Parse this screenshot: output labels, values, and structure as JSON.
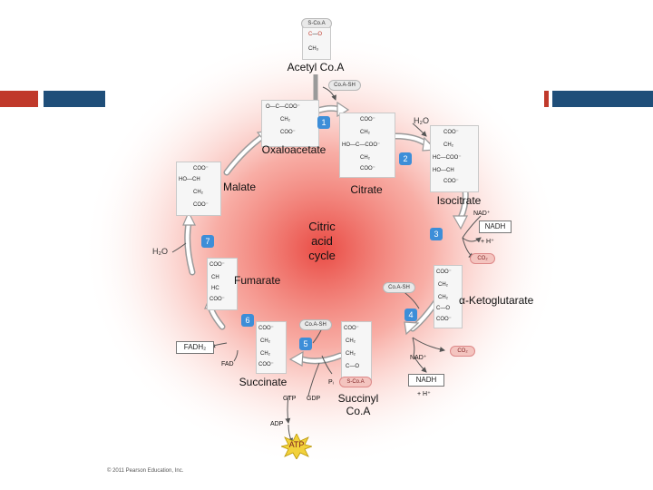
{
  "molecules": {
    "acetyl_coa": "Acetyl Co.A",
    "oxaloacetate": "Oxaloacetate",
    "citrate": "Citrate",
    "isocitrate": "Isocitrate",
    "alpha_ketoglutarate": "α-Ketoglutarate",
    "succinyl_coa_line1": "Succinyl",
    "succinyl_coa_line2": "Co.A",
    "succinate": "Succinate",
    "fumarate": "Fumarate",
    "malate": "Malate"
  },
  "center_label": {
    "line1": "Citric",
    "line2": "acid",
    "line3": "cycle"
  },
  "steps": [
    "1",
    "2",
    "3",
    "4",
    "5",
    "6",
    "7"
  ],
  "cofactors": {
    "s_coa_top": "S-Co.A",
    "coa_sh_1": "Co.A-SH",
    "coa_sh_4": "Co.A-SH",
    "coa_sh_5": "Co.A-SH",
    "s_coa_5": "S-Co.A",
    "h2o_2": "H₂O",
    "h2o_7": "H₂O",
    "nad_3": "NAD⁺",
    "nadh_3": "NADH",
    "h_3": "+ H⁺",
    "co2_3": "CO₂",
    "co2_4": "CO₂",
    "nad_4": "NAD⁺",
    "nadh_4": "NADH",
    "h_4": "+ H⁺",
    "fadh2": "FADH₂",
    "fad": "FAD",
    "pi": "Pᵢ",
    "gtp": "GTP",
    "gdp": "GDP",
    "adp": "ADP",
    "atp": "ATP"
  },
  "copyright": "© 2011 Pearson Education, Inc.",
  "colors": {
    "glow": "#e8413a",
    "accent_red": "#c0392b",
    "accent_navy": "#1f4e79",
    "step_blue": "#3d8ed8"
  }
}
